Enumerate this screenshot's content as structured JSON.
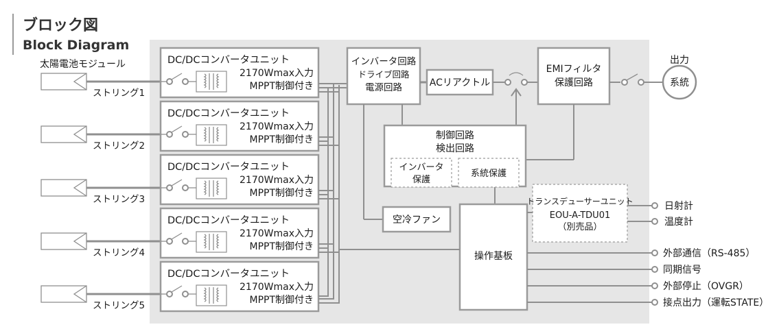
{
  "header": {
    "title_jp": "ブロック図",
    "title_en": "Block Diagram"
  },
  "solar": {
    "label": "太陽電池モジュール",
    "strings": [
      "ストリング1",
      "ストリング2",
      "ストリング3",
      "ストリング4",
      "ストリング5"
    ]
  },
  "converter": {
    "title": "DC/DCコンバータユニット",
    "spec": "2170Wmax入力",
    "mppt": "MPPT制御付き"
  },
  "inverter": {
    "lines": [
      "インバータ回路",
      "ドライブ回路",
      "電源回路"
    ]
  },
  "ac_reactor": "ACリアクトル",
  "emi": {
    "lines": [
      "EMIフィルタ",
      "保護回路"
    ]
  },
  "output": {
    "label": "出力",
    "grid": "系統"
  },
  "control": {
    "lines": [
      "制御回路",
      "検出回路"
    ],
    "inverter_protect": [
      "インバータ",
      "保護"
    ],
    "grid_protect": "系統保護"
  },
  "fan": "空冷ファン",
  "board": "操作基板",
  "transducer": {
    "lines": [
      "トランスデューサーユニット",
      "EOU-A-TDU01",
      "（別売品）"
    ]
  },
  "sensors": [
    "日射計",
    "温度計"
  ],
  "io": [
    "外部通信（RS-485）",
    "同期信号",
    "外部停止（OVGR）",
    "接点出力（運転STATE）"
  ],
  "colors": {
    "panel_bg": "#e6e6e6",
    "line": "#8f8f8f",
    "border": "#9a9a9a"
  }
}
